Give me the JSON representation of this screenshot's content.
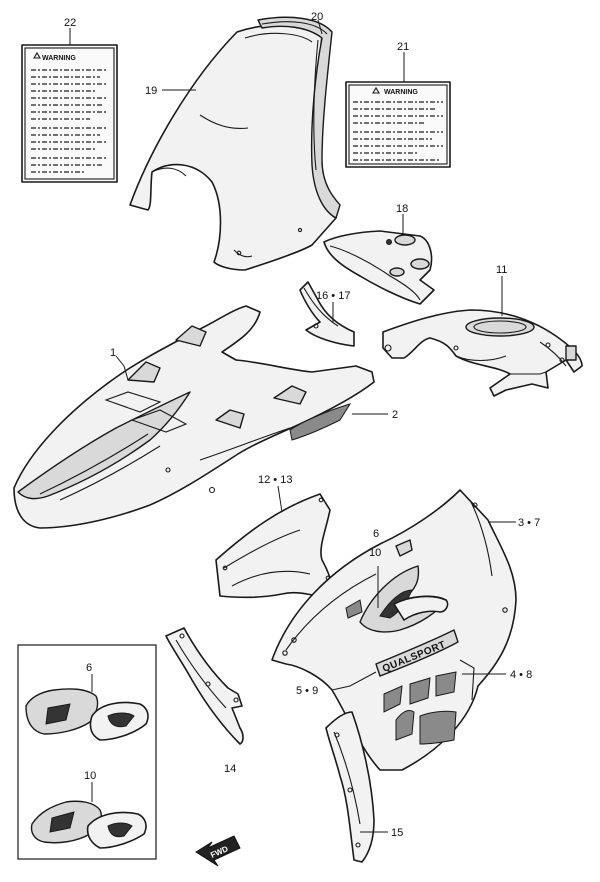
{
  "labels": {
    "p1": "1",
    "p2": "2",
    "p3_7": "3 • 7",
    "p4_8": "4 • 8",
    "p5_9": "5 • 9",
    "p6_10_top": "6",
    "p6_10_bot": "10",
    "p11": "11",
    "p12_13": "12 • 13",
    "p14": "14",
    "p15": "15",
    "p16_17": "16 • 17",
    "p18": "18",
    "p19": "19",
    "p20": "20",
    "p21": "21",
    "p22": "22",
    "inset_6": "6",
    "inset_10": "10"
  },
  "decals": {
    "warning_left": "WARNING",
    "warning_right": "WARNING",
    "qualsport": "QUALSPORT",
    "fwd": "FWD"
  }
}
